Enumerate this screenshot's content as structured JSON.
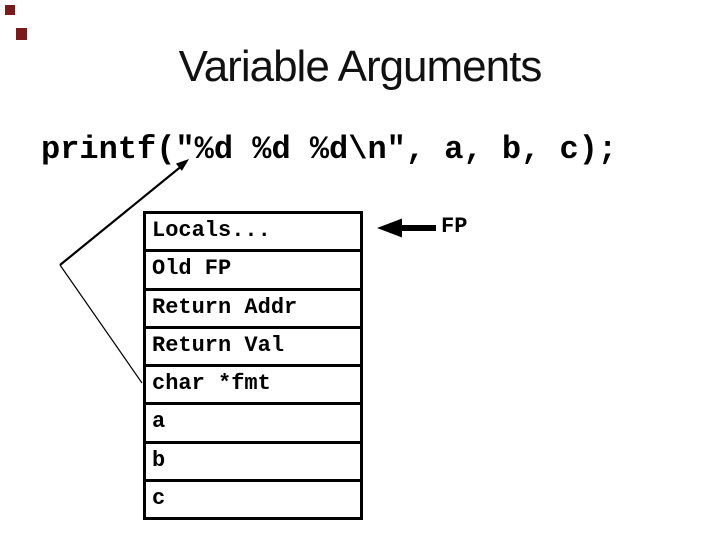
{
  "slide": {
    "title": "Variable Arguments",
    "code_line": "printf(\"%d %d %d\\n\", a, b, c);",
    "fp_label": "FP",
    "stack": {
      "rows": [
        "Locals...",
        "Old FP",
        "Return Addr",
        "Return Val",
        "char *fmt",
        "a",
        "b",
        "c"
      ]
    },
    "colors": {
      "ink": "#000000",
      "title_ink": "#111111",
      "background": "#ffffff",
      "ornament": "#7a1a1a"
    }
  }
}
